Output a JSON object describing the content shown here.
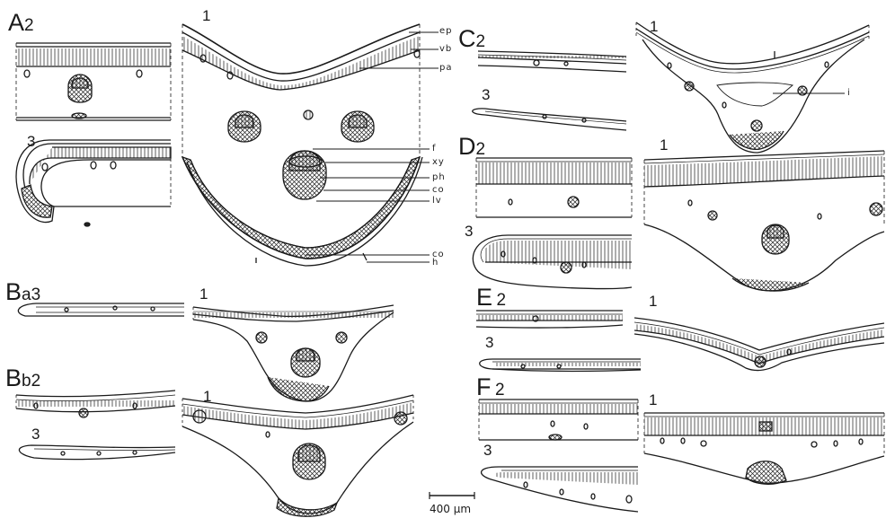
{
  "figure": {
    "panels": [
      {
        "id": "A",
        "letter": "A",
        "subs": [
          "2",
          "1",
          "3"
        ]
      },
      {
        "id": "Ba",
        "letter": "B",
        "suffix": "a3",
        "subs": [
          "1"
        ]
      },
      {
        "id": "Bb",
        "letter": "B",
        "suffix": "b2",
        "subs": [
          "3",
          "1"
        ]
      },
      {
        "id": "C",
        "letter": "C",
        "subs": [
          "2",
          "1",
          "3"
        ]
      },
      {
        "id": "D",
        "letter": "D",
        "subs": [
          "2",
          "1",
          "3"
        ]
      },
      {
        "id": "E",
        "letter": "E",
        "subs": [
          "2",
          "1",
          "3"
        ]
      },
      {
        "id": "F",
        "letter": "F",
        "subs": [
          "2",
          "1",
          "3"
        ]
      }
    ],
    "tissue_labels": {
      "ep": "ep",
      "vb": "vb",
      "pa": "pa",
      "f": "f",
      "xy": "xy",
      "ph": "ph",
      "co_top": "co",
      "lv": "lv",
      "co_bottom": "co",
      "h": "h",
      "i": "i"
    },
    "scale_bar": {
      "label": "400 μm"
    },
    "colors": {
      "ink": "#1a1a1a",
      "background": "#ffffff"
    }
  }
}
